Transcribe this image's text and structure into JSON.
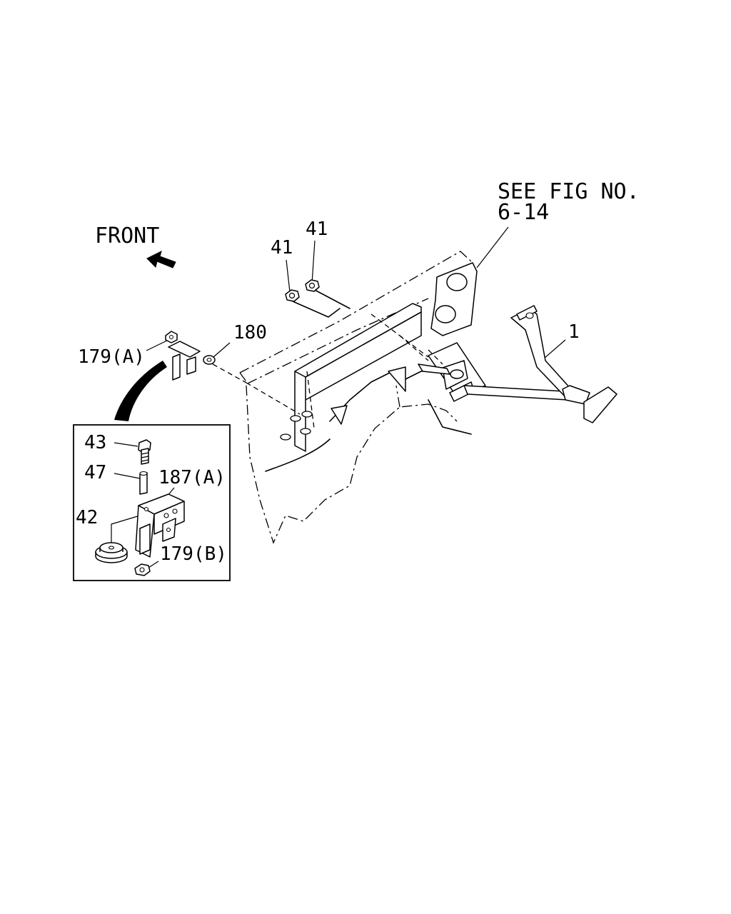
{
  "labels": {
    "see_fig_line1": "SEE FIG NO.",
    "see_fig_line2": "6-14",
    "front": "FRONT",
    "part_41_a": "41",
    "part_41_b": "41",
    "part_180": "180",
    "part_179a": "179(A)",
    "part_1": "1",
    "part_43": "43",
    "part_47": "47",
    "part_187a": "187(A)",
    "part_42": "42",
    "part_179b": "179(B)"
  }
}
